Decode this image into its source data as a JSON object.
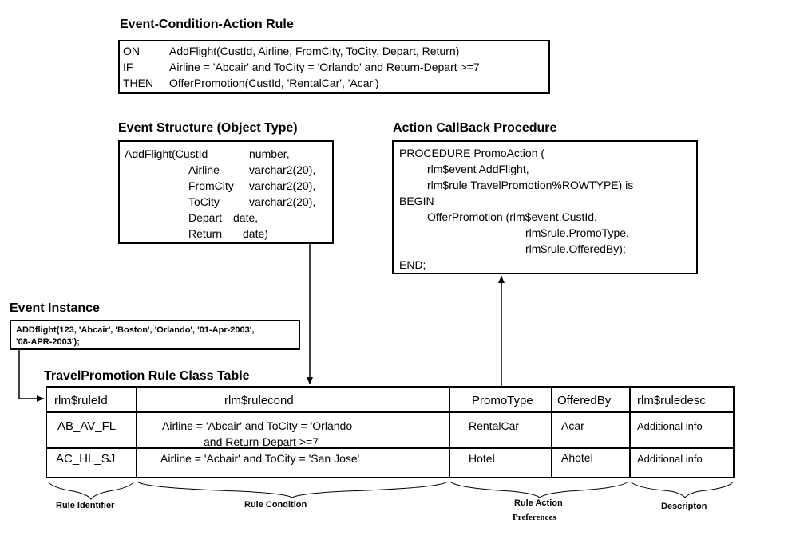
{
  "eca": {
    "title": "Event-Condition-Action Rule",
    "rows": [
      {
        "kw": "ON",
        "text": "AddFlight(CustId, Airline, FromCity, ToCity, Depart, Return)"
      },
      {
        "kw": "IF",
        "text": "Airline = 'Abcair' and ToCity = 'Orlando' and Return-Depart >=7"
      },
      {
        "kw": "THEN",
        "text": "OfferPromotion(CustId, 'RentalCar', 'Acar')"
      }
    ]
  },
  "event_structure": {
    "title": "Event Structure (Object Type)",
    "header": "AddFlight(CustId",
    "header_type": "number,",
    "fields": [
      {
        "name": "Airline",
        "type": "varchar2(20),"
      },
      {
        "name": "FromCity",
        "type": "varchar2(20),"
      },
      {
        "name": "ToCity",
        "type": "varchar2(20),"
      },
      {
        "name": "Depart",
        "type": "date,"
      },
      {
        "name": "Return",
        "type": "date)"
      }
    ]
  },
  "callback": {
    "title": "Action CallBack Procedure",
    "lines": [
      "PROCEDURE PromoAction (",
      "rlm$event     AddFlight,",
      "rlm$rule       TravelPromotion%ROWTYPE) is",
      "BEGIN",
      "OfferPromotion (rlm$event.CustId,",
      "rlm$rule.PromoType,",
      "rlm$rule.OfferedBy);",
      "END;"
    ]
  },
  "instance": {
    "title": "Event Instance",
    "line1": "ADDflight(123, 'Abcair', 'Boston', 'Orlando', '01-Apr-2003',",
    "line2": "'08-APR-2003');"
  },
  "table": {
    "title": "TravelPromotion Rule Class Table",
    "headers": [
      "rlm$ruleId",
      "rlm$rulecond",
      "PromoType",
      "OfferedBy",
      "rlm$ruledesc"
    ],
    "rows": [
      {
        "id": "AB_AV_FL",
        "cond1": "Airline = 'Abcair' and ToCity = 'Orlando",
        "cond2": "and Return-Depart >=7",
        "promo": "RentalCar",
        "offered": "Acar",
        "desc": "Additional info"
      },
      {
        "id": "AC_HL_SJ",
        "cond1": "Airline = 'Acbair' and ToCity = 'San Jose'",
        "cond2": "",
        "promo": "Hotel",
        "offered": "Ahotel",
        "desc": "Additional info"
      }
    ]
  },
  "captions": {
    "identifier": "Rule Identifier",
    "condition": "Rule Condition",
    "action1": "Rule Action",
    "action2": "Preferences",
    "description": "Descripton"
  }
}
